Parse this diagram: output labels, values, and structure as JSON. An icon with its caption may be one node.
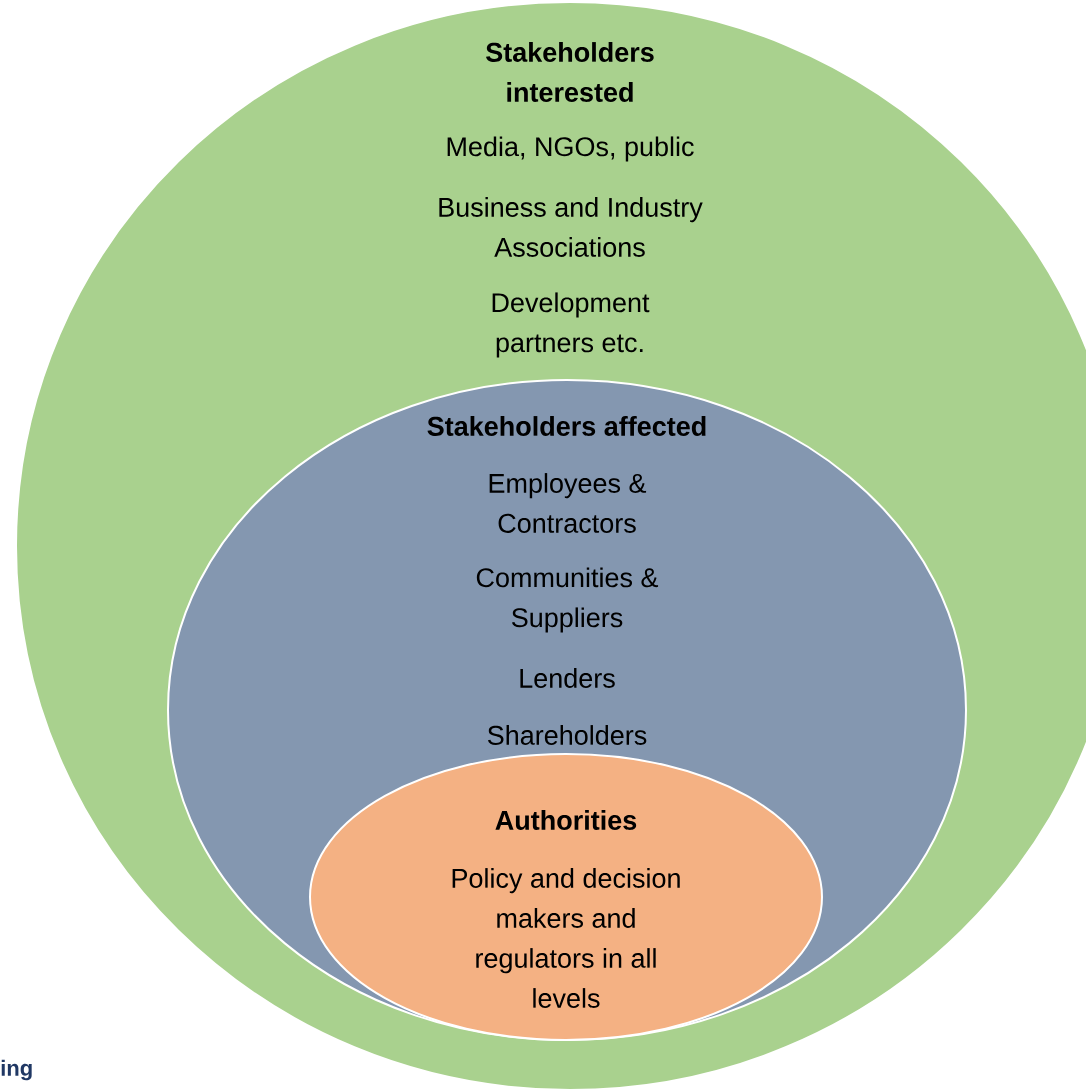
{
  "diagram": {
    "nodes": [
      {
        "text": [
          "Stakeholders interested",
          "Media, NGOs, public",
          "Business and Industry Associations",
          "Development partners etc."
        ]
      },
      {
        "text": [
          "Stakeholders affected",
          "Employees & Contractors",
          "Communities & Suppliers",
          "Lenders",
          "Shareholders"
        ],
        "in": 0
      },
      {
        "text": [
          "Authorities",
          "Policy and decision makers and regulators in all levels"
        ],
        "in": 1
      }
    ],
    "labels": [
      "ing"
    ]
  }
}
